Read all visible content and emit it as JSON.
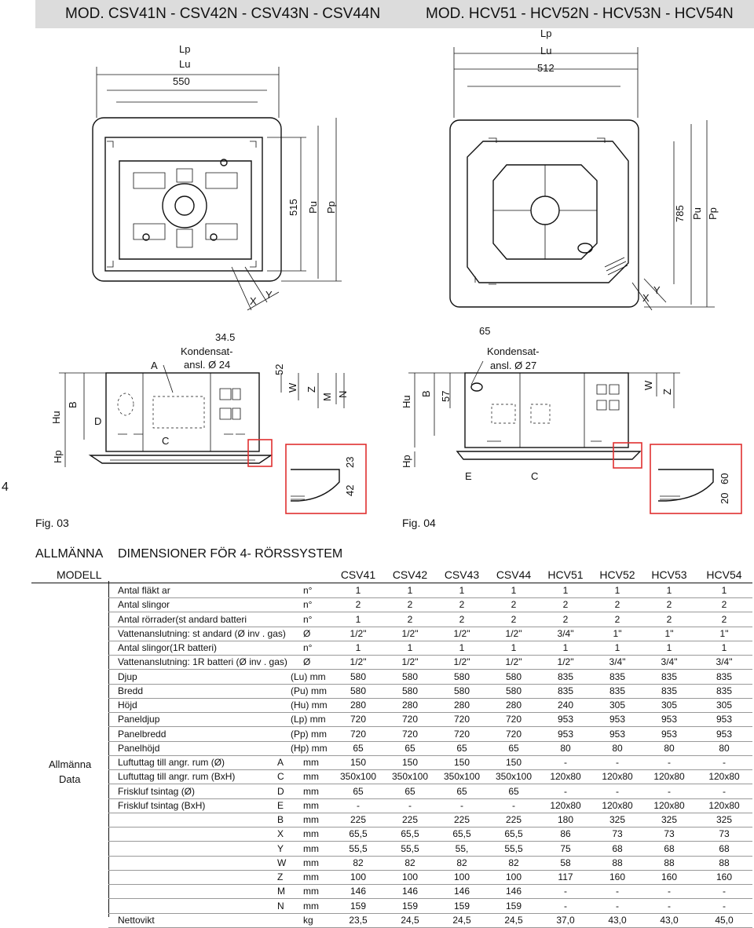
{
  "fig03": {
    "title": "MOD. CSV41N - CSV42N - CSV43N - CSV44N",
    "caption": "Fig.  03",
    "top_dims": [
      "Lp",
      "Lu",
      "550"
    ],
    "side_dims": [
      "515",
      "Pu",
      "Pp"
    ],
    "xy": [
      "X",
      "Y"
    ],
    "labels": {
      "a": "A",
      "d": "D",
      "c": "C",
      "hu": "Hu",
      "b": "B",
      "hp": "Hp",
      "kond1": "Kondensat-",
      "kond2": "ansl. Ø 24",
      "d345": "34.5",
      "d52": "52",
      "w": "W",
      "z": "Z",
      "m": "M",
      "n": "N",
      "d23": "23",
      "d42": "42"
    }
  },
  "fig04": {
    "title": "MOD.  HCV51 - HCV52N - HCV53N - HCV54N",
    "caption": "Fig.  04",
    "top_dims": [
      "Lp",
      "Lu",
      "512"
    ],
    "side_dims": [
      "785",
      "Pu",
      "Pp"
    ],
    "xy": [
      "X",
      "Y"
    ],
    "labels": {
      "hu": "Hu",
      "b": "B",
      "d57": "57",
      "hp": "Hp",
      "e": "E",
      "c": "C",
      "d65": "65",
      "kond1": "Kondensat-",
      "kond2": "ansl. Ø 27",
      "w": "W",
      "z": "Z",
      "d20": "20",
      "d60": "60"
    }
  },
  "page_number": "4",
  "section": {
    "left": "ALLMÄNNA",
    "right": "DIMENSIONER FÖR 4- RÖRSSYSTEM"
  },
  "table": {
    "model_label": "MODELL",
    "group_label": [
      "Allmänna",
      "Data"
    ],
    "models": [
      "CSV41",
      "CSV42",
      "CSV43",
      "CSV44",
      "HCV51",
      "HCV52",
      "HCV53",
      "HCV54"
    ],
    "rows": [
      {
        "name": "Antal fläkt ar",
        "u1": "",
        "u2": "n°",
        "v": [
          "1",
          "1",
          "1",
          "1",
          "1",
          "1",
          "1",
          "1"
        ]
      },
      {
        "name": "Antal slingor",
        "u1": "",
        "u2": "n°",
        "v": [
          "2",
          "2",
          "2",
          "2",
          "2",
          "2",
          "2",
          "2"
        ]
      },
      {
        "name": "Antal rörrader(st andard batteri",
        "u1": "",
        "u2": "n°",
        "v": [
          "1",
          "2",
          "2",
          "2",
          "2",
          "2",
          "2",
          "2"
        ]
      },
      {
        "name": "Vattenanslutning: st andard (Ø inv . gas)",
        "u1": "",
        "u2": "Ø",
        "v": [
          "1/2\"",
          "1/2\"",
          "1/2\"",
          "1/2\"",
          "3/4\"",
          "1\"",
          "1\"",
          "1\""
        ]
      },
      {
        "name": "Antal slingor(1R batteri)",
        "u1": "",
        "u2": "n°",
        "v": [
          "1",
          "1",
          "1",
          "1",
          "1",
          "1",
          "1",
          "1"
        ]
      },
      {
        "name": "Vattenanslutning: 1R batteri (Ø inv   . gas)",
        "u1": "",
        "u2": "Ø",
        "v": [
          "1/2\"",
          "1/2\"",
          "1/2\"",
          "1/2\"",
          "1/2\"",
          "3/4\"",
          "3/4\"",
          "3/4\""
        ]
      },
      {
        "name": "Djup",
        "u1": "",
        "u2": "(Lu) mm",
        "v": [
          "580",
          "580",
          "580",
          "580",
          "835",
          "835",
          "835",
          "835"
        ]
      },
      {
        "name": "Bredd",
        "u1": "",
        "u2": "(Pu) mm",
        "v": [
          "580",
          "580",
          "580",
          "580",
          "835",
          "835",
          "835",
          "835"
        ]
      },
      {
        "name": "Höjd",
        "u1": "",
        "u2": "(Hu) mm",
        "v": [
          "280",
          "280",
          "280",
          "280",
          "240",
          "305",
          "305",
          "305"
        ]
      },
      {
        "name": "Paneldjup",
        "u1": "",
        "u2": "(Lp) mm",
        "v": [
          "720",
          "720",
          "720",
          "720",
          "953",
          "953",
          "953",
          "953"
        ]
      },
      {
        "name": "Panelbredd",
        "u1": "",
        "u2": "(Pp) mm",
        "v": [
          "720",
          "720",
          "720",
          "720",
          "953",
          "953",
          "953",
          "953"
        ]
      },
      {
        "name": "Panelhöjd",
        "u1": "",
        "u2": "(Hp) mm",
        "v": [
          "65",
          "65",
          "65",
          "65",
          "80",
          "80",
          "80",
          "80"
        ]
      },
      {
        "name": "Luftuttag till angr. rum  (Ø)",
        "u1": "A",
        "u2": "mm",
        "v": [
          "150",
          "150",
          "150",
          "150",
          "-",
          "-",
          "-",
          "-"
        ]
      },
      {
        "name": "Luftuttag till angr. rum  (BxH)",
        "u1": "C",
        "u2": "mm",
        "v": [
          "350x100",
          "350x100",
          "350x100",
          "350x100",
          "120x80",
          "120x80",
          "120x80",
          "120x80"
        ]
      },
      {
        "name": "Friskluf tsintag (Ø)",
        "u1": "D",
        "u2": "mm",
        "v": [
          "65",
          "65",
          "65",
          "65",
          "-",
          "-",
          "-",
          "-"
        ]
      },
      {
        "name": "Friskluf tsintag (BxH)",
        "u1": "E",
        "u2": "mm",
        "v": [
          "-",
          "-",
          "-",
          "-",
          "120x80",
          "120x80",
          "120x80",
          "120x80"
        ]
      },
      {
        "name": "",
        "u1": "B",
        "u2": "mm",
        "v": [
          "225",
          "225",
          "225",
          "225",
          "180",
          "325",
          "325",
          "325"
        ]
      },
      {
        "name": "",
        "u1": "X",
        "u2": "mm",
        "v": [
          "65,5",
          "65,5",
          "65,5",
          "65,5",
          "86",
          "73",
          "73",
          "73"
        ]
      },
      {
        "name": "",
        "u1": "Y",
        "u2": "mm",
        "v": [
          "55,5",
          "55,5",
          "55,",
          "55,5",
          "75",
          "68",
          "68",
          "68"
        ]
      },
      {
        "name": "",
        "u1": "W",
        "u2": "mm",
        "v": [
          "82",
          "82",
          "82",
          "82",
          "58",
          "88",
          "88",
          "88"
        ]
      },
      {
        "name": "",
        "u1": "Z",
        "u2": "mm",
        "v": [
          "100",
          "100",
          "100",
          "100",
          "117",
          "160",
          "160",
          "160"
        ]
      },
      {
        "name": "",
        "u1": "M",
        "u2": "mm",
        "v": [
          "146",
          "146",
          "146",
          "146",
          "-",
          "-",
          "-",
          "-"
        ]
      },
      {
        "name": "",
        "u1": "N",
        "u2": "mm",
        "v": [
          "159",
          "159",
          "159",
          "159",
          "-",
          "-",
          "-",
          "-"
        ]
      },
      {
        "name": "Nettovikt",
        "u1": "",
        "u2": "kg",
        "v": [
          "23,5",
          "24,5",
          "24,5",
          "24,5",
          "37,0",
          "43,0",
          "43,0",
          "45,0"
        ]
      }
    ]
  }
}
